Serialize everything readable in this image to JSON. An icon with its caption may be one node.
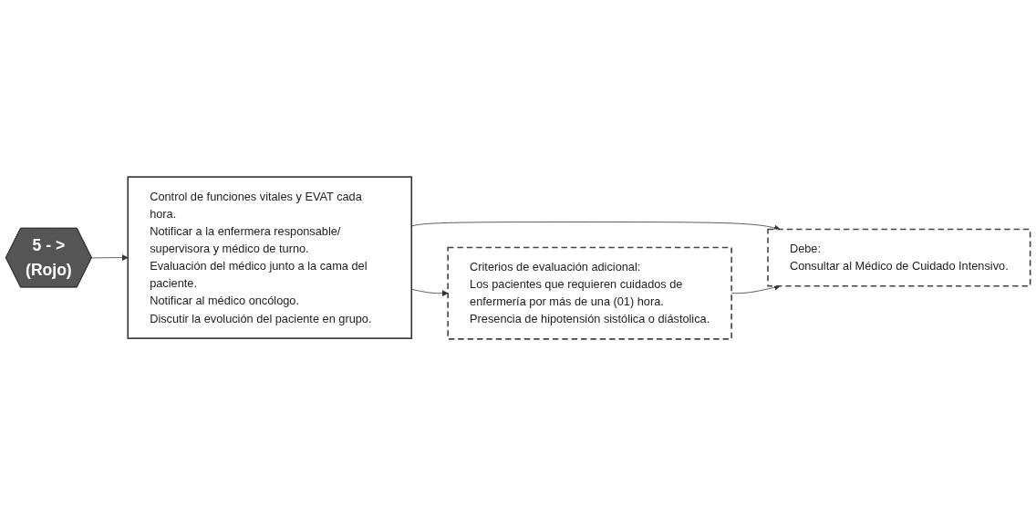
{
  "diagram": {
    "nodes": [
      {
        "text": [
          "5 - >",
          "(Rojo)"
        ]
      },
      {
        "text": [
          "Control de funciones vitales y EVAT cada hora.",
          "Notificar a la enfermera responsable/ supervisora y médico de turno.",
          "Evaluación del médico junto a la cama del paciente.",
          "Notificar al médico oncólogo.",
          "Discutir la evolución del paciente en grupo."
        ]
      },
      {
        "text": [
          "Criterios de evaluación adicional:",
          "Los pacientes que requieren cuidados de enfermería por más de una (01) hora.",
          "Presencia de hipotensión sistólica o diástolica."
        ]
      },
      {
        "text": [
          "Debe:",
          "Consultar al Médico de Cuidado Intensivo."
        ]
      }
    ],
    "edges": [
      {
        "from": 0,
        "to": 1,
        "arrow": "to"
      },
      {
        "from": 1,
        "to": 3,
        "arrow": "to"
      },
      {
        "from": 1,
        "to": 2,
        "arrow": "to"
      },
      {
        "from": 2,
        "to": 3,
        "arrow": "to"
      }
    ]
  }
}
